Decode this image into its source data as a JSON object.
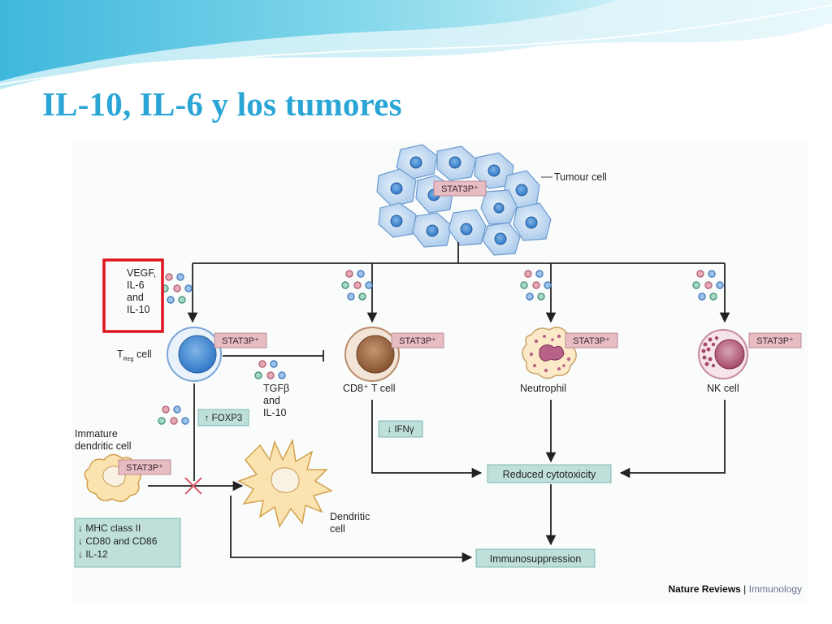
{
  "slide": {
    "title": "IL-10, IL-6 y los tumores"
  },
  "colors": {
    "title": "#29a5d6",
    "highlight_box": "#e0141e",
    "stat3p_label": "#e7bcc3",
    "text_box": "#bfe0da",
    "tumour_cell": "#a9c9ea",
    "arrow": "#222222"
  },
  "diagram": {
    "tumour_label": "Tumour cell",
    "stat3p": "STAT3P⁺",
    "cytokines_label": [
      "VEGF,",
      "IL-6",
      "and",
      "IL-10"
    ],
    "treg_label": "T",
    "treg_sub": "Reg",
    "treg_suffix": " cell",
    "tgfb_label": [
      "TGFβ",
      "and",
      "IL-10"
    ],
    "foxp3": "↑ FOXP3",
    "cd8_label": "CD8⁺ T cell",
    "ifng": "↓ IFNγ",
    "neutrophil_label": "Neutrophil",
    "nk_label": "NK cell",
    "immature_dc_label": [
      "Immature",
      "dendritic cell"
    ],
    "dc_label": [
      "Dendritic",
      "cell"
    ],
    "markers": [
      "↓ MHC class II",
      "↓ CD80 and CD86",
      "↓ IL-12"
    ],
    "reduced_cytotoxicity": "Reduced cytotoxicity",
    "immunosuppression": "Immunosuppression",
    "credit_bold": "Nature Reviews",
    "credit_sep": " | ",
    "credit_light": "Immunology"
  }
}
